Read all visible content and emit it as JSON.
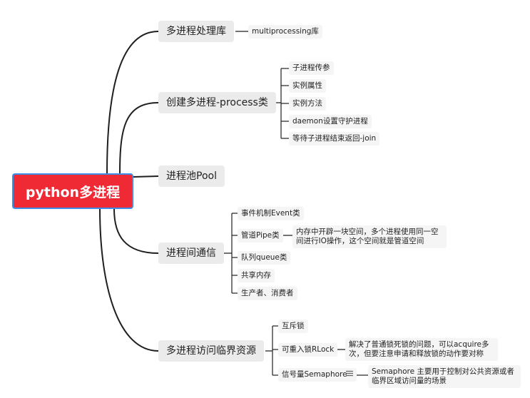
{
  "root": {
    "label": "python多进程"
  },
  "branches": [
    {
      "label": "多进程处理库",
      "children": [
        {
          "label": "multiprocessing库"
        }
      ]
    },
    {
      "label": "创建多进程-process类",
      "children": [
        {
          "label": "子进程传参"
        },
        {
          "label": "实例属性"
        },
        {
          "label": "实例方法"
        },
        {
          "label": "daemon设置守护进程"
        },
        {
          "label": "等待子进程结束返回-join"
        }
      ]
    },
    {
      "label": "进程池Pool",
      "children": []
    },
    {
      "label": "进程间通信",
      "children": [
        {
          "label": "事件机制Event类"
        },
        {
          "label": "管道Pipe类",
          "detail": "内存中开辟一块空间，多个进程使用同一空间进行IO操作，这个空间就是管道空间"
        },
        {
          "label": "队列queue类"
        },
        {
          "label": "共享内存"
        },
        {
          "label": "生产者、消费者"
        }
      ]
    },
    {
      "label": "多进程访问临界资源",
      "children": [
        {
          "label": "互斥锁"
        },
        {
          "label": "可重入锁RLock",
          "detail": "解决了普通锁死锁的问题，可以acquire多次，但要注意申请和释放锁的动作要对称"
        },
        {
          "label": "信号量Semaphore",
          "note_icon": "note-icon",
          "detail": "Semaphore 主要用于控制对公共资源或者临界区域访问量的场景"
        }
      ]
    }
  ],
  "colors": {
    "root_fill": "#f02a35",
    "root_border": "#3a8ee6",
    "line": "#1f1f1f",
    "branch_fill": "#ebebeb",
    "leaf_fill": "#f5f5f5"
  }
}
